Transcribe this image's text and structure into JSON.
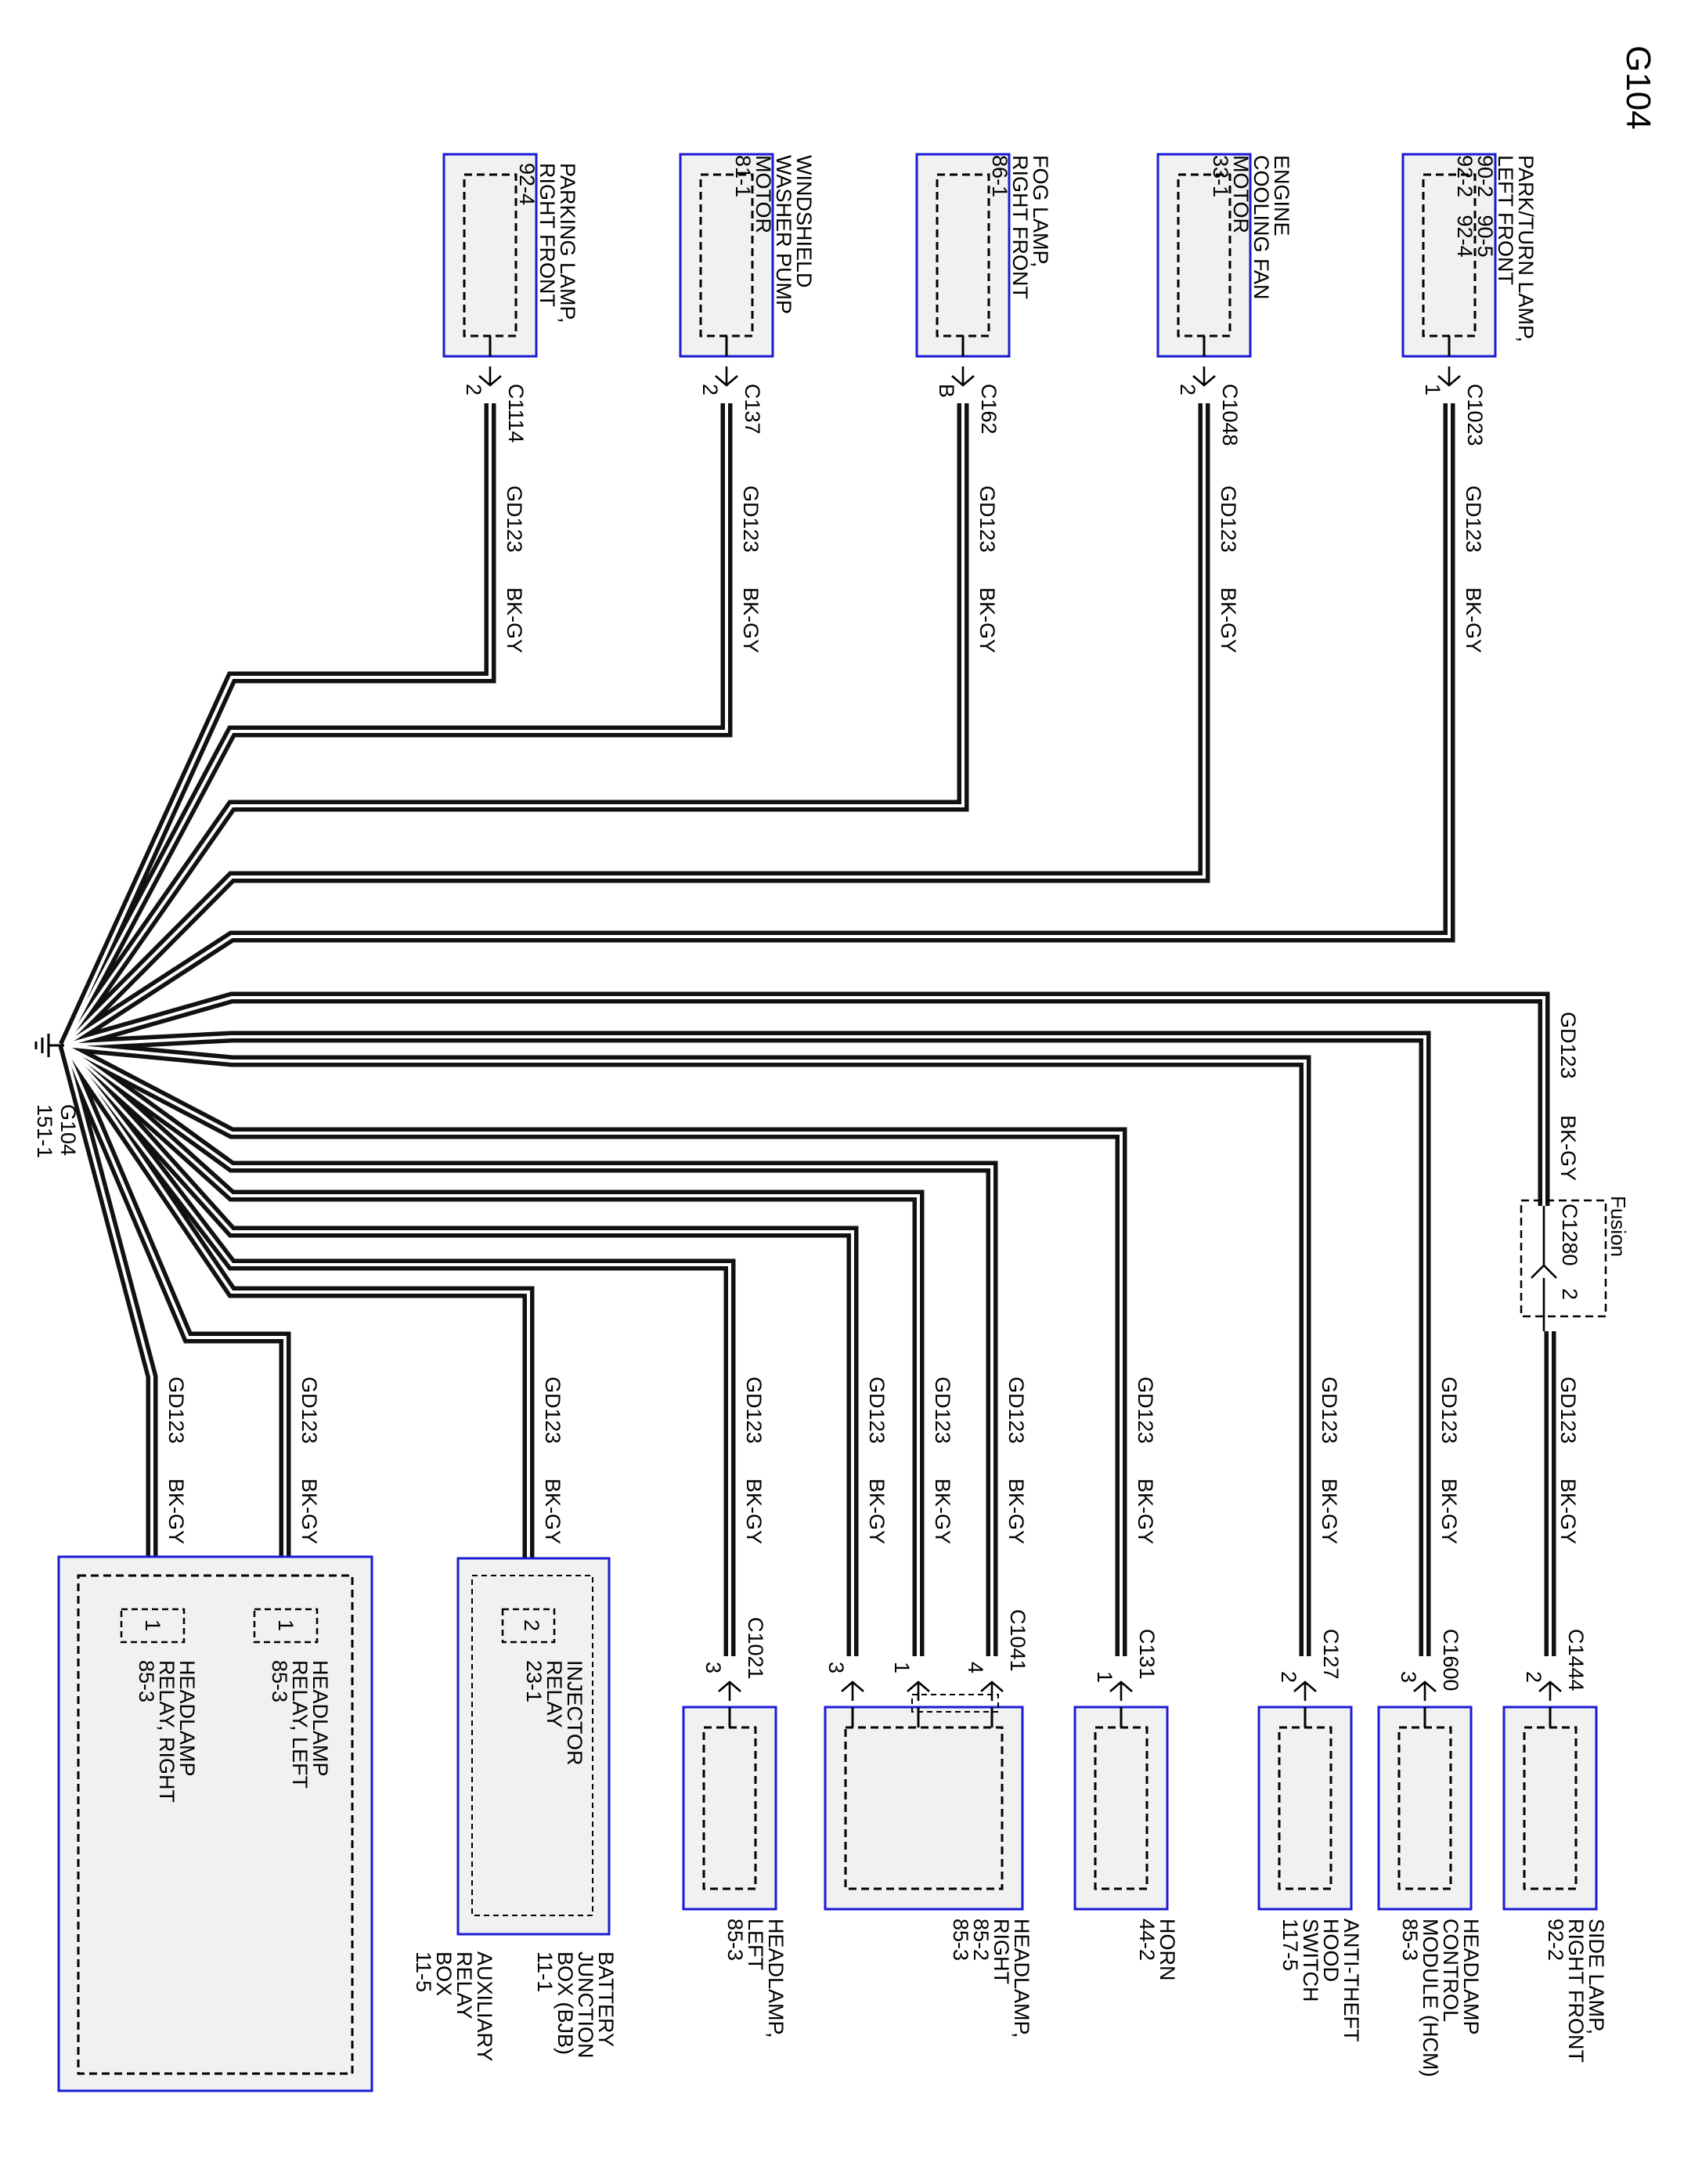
{
  "diagram_title": "G104",
  "ground": {
    "id": "G104",
    "ref": "151-1"
  },
  "wire": {
    "circuit": "GD123",
    "color": "BK-GY"
  },
  "splice": {
    "label": "Fusion",
    "connector": "C1280",
    "pin": "2"
  },
  "top_components": [
    {
      "name": [
        "PARKING LAMP,",
        "RIGHT FRONT",
        "92-4"
      ],
      "connector": "C1114",
      "pin": "2"
    },
    {
      "name": [
        "WINDSHIELD",
        "WASHER PUMP",
        "MOTOR",
        "81-1"
      ],
      "connector": "C137",
      "pin": "2"
    },
    {
      "name": [
        "FOG LAMP,",
        "RIGHT FRONT",
        "86-1"
      ],
      "connector": "C162",
      "pin": "B"
    },
    {
      "name": [
        "ENGINE",
        "COOLING FAN",
        "MOTOR",
        "33-1"
      ],
      "connector": "C1048",
      "pin": "2"
    },
    {
      "name": [
        "PARK/TURN LAMP,",
        "LEFT FRONT",
        "90-2   90-5",
        "92-2   92-4"
      ],
      "connector": "C1023",
      "pin": "1"
    }
  ],
  "bottom_components": [
    {
      "name": [
        "SIDE LAMP,",
        "RIGHT FRONT",
        "92-2"
      ],
      "connector": "C1444",
      "pin": "2"
    },
    {
      "name": [
        "HEADLAMP",
        "CONTROL",
        "MODULE (HCM)",
        "85-3"
      ],
      "connector": "C1600",
      "pin": "3"
    },
    {
      "name": [
        "ANTI-THEFT",
        "HOOD",
        "SWITCH",
        "117-5"
      ],
      "connector": "C127",
      "pin": "2"
    },
    {
      "name": [
        "HORN",
        "44-2"
      ],
      "connector": "C131",
      "pin": "1"
    },
    {
      "name": [
        "HEADLAMP,",
        "RIGHT",
        "85-2",
        "85-3"
      ],
      "connector": "C1041",
      "pins": [
        "4",
        "1",
        "3"
      ]
    },
    {
      "name": [
        "HEADLAMP,",
        "LEFT",
        "85-3"
      ],
      "connector": "C1021",
      "pin": "3"
    }
  ],
  "bjb": {
    "name": [
      "BATTERY",
      "JUNCTION",
      "BOX (BJB)",
      "11-1"
    ],
    "relay": {
      "pin": "2",
      "name": [
        "INJECTOR",
        "RELAY",
        "23-1"
      ]
    }
  },
  "arb": {
    "name": [
      "AUXILIARY",
      "RELAY",
      "BOX",
      "11-5"
    ],
    "relays": [
      {
        "pin": "1",
        "name": [
          "HEADLAMP",
          "RELAY, LEFT",
          "85-3"
        ]
      },
      {
        "pin": "1",
        "name": [
          "HEADLAMP",
          "RELAY, RIGHT",
          "85-3"
        ]
      }
    ]
  },
  "colors": {
    "wire": "#111111",
    "component_outline": "#1b1bd6",
    "component_fill": "#f1f1f1"
  }
}
